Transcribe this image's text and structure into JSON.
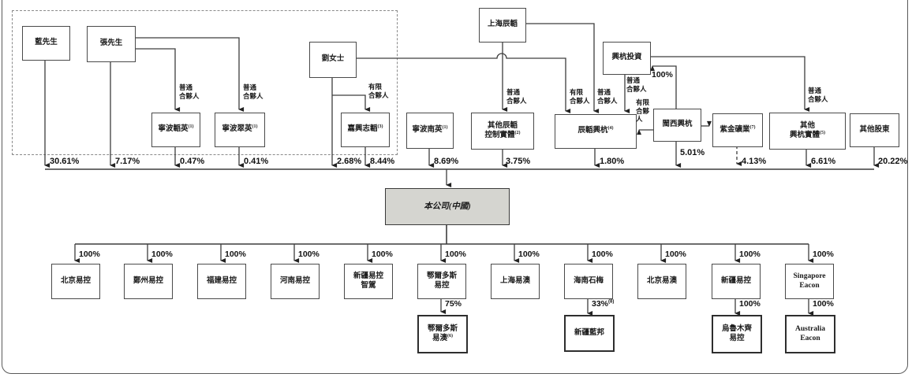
{
  "entities": {
    "lan": {
      "label": "藍先生",
      "percent": "30.61%"
    },
    "zhang": {
      "label": "張先生",
      "percent": "7.17%"
    },
    "liu": {
      "label": "劉女士",
      "percent": "2.68%"
    },
    "shanghai_chentao": {
      "label": "上海辰韜"
    },
    "xinghang_investment": {
      "label": "興杭投資"
    },
    "ningbo_taoying": {
      "label": "寧波韜英",
      "sup": "(1)",
      "percent": "0.47%"
    },
    "ningbo_cuiying": {
      "label": "寧波翠英",
      "sup": "(1)",
      "percent": "0.41%"
    },
    "jiaxing_zhitao": {
      "label": "嘉興志韜",
      "sup": "(3)",
      "percent": "8.44%"
    },
    "ningbo_nanying": {
      "label": "寧波南英",
      "sup": "(1)",
      "percent": "8.69%"
    },
    "other_chentao_entities": {
      "line1": "其他辰韜",
      "line2": "控制實體",
      "sup": "(2)",
      "percent": "3.75%"
    },
    "chentao_xinghang": {
      "label": "辰韜興杭",
      "sup": "(4)",
      "percent": "1.80%"
    },
    "minxi_xinghang": {
      "label": "閩西興杭",
      "percent": "5.01%",
      "stake_in_xinghang": "100%"
    },
    "zijin_mining": {
      "label": "紫金礦業",
      "sup": "(7)",
      "percent": "4.13%"
    },
    "other_xinghang_entities": {
      "line1": "其他",
      "line2": "興杭實體",
      "sup": "(5)",
      "percent": "6.61%"
    },
    "other_shareholders": {
      "label": "其他股東",
      "percent": "20.22%"
    }
  },
  "company": {
    "label": "本公司(中國)"
  },
  "roles": {
    "gp1": "普通",
    "gp2": "合夥人",
    "lp1": "有限",
    "lp2": "合夥人",
    "lp3a": "有限",
    "lp3b": "合夥",
    "lp3c": "人"
  },
  "subsidiaries": [
    {
      "label": "北京易控",
      "percent": "100%"
    },
    {
      "label": "鄭州易控",
      "percent": "100%"
    },
    {
      "label": "福建易控",
      "percent": "100%"
    },
    {
      "label": "河南易控",
      "percent": "100%"
    },
    {
      "line1": "新疆易控",
      "line2": "智駕",
      "percent": "100%"
    },
    {
      "line1": "鄂爾多斯",
      "line2": "易控",
      "percent": "100%",
      "child": {
        "line1": "鄂爾多斯",
        "line2": "易澳",
        "sup": "(6)",
        "percent": "75%"
      }
    },
    {
      "label": "上海易澳",
      "percent": "100%"
    },
    {
      "label": "海南石梅",
      "percent": "100%",
      "child": {
        "label": "新疆藍邦",
        "percent": "33%",
        "percent_sup": "(8)"
      }
    },
    {
      "label": "北京易澳",
      "percent": "100%"
    },
    {
      "label": "新疆易控",
      "percent": "100%",
      "child": {
        "line1": "烏魯木齊",
        "line2": "易控",
        "percent": "100%"
      }
    },
    {
      "line1": "Singapore",
      "line2": "Eacon",
      "percent": "100%",
      "child": {
        "line1": "Australia",
        "line2": "Eacon",
        "percent": "100%"
      }
    }
  ]
}
